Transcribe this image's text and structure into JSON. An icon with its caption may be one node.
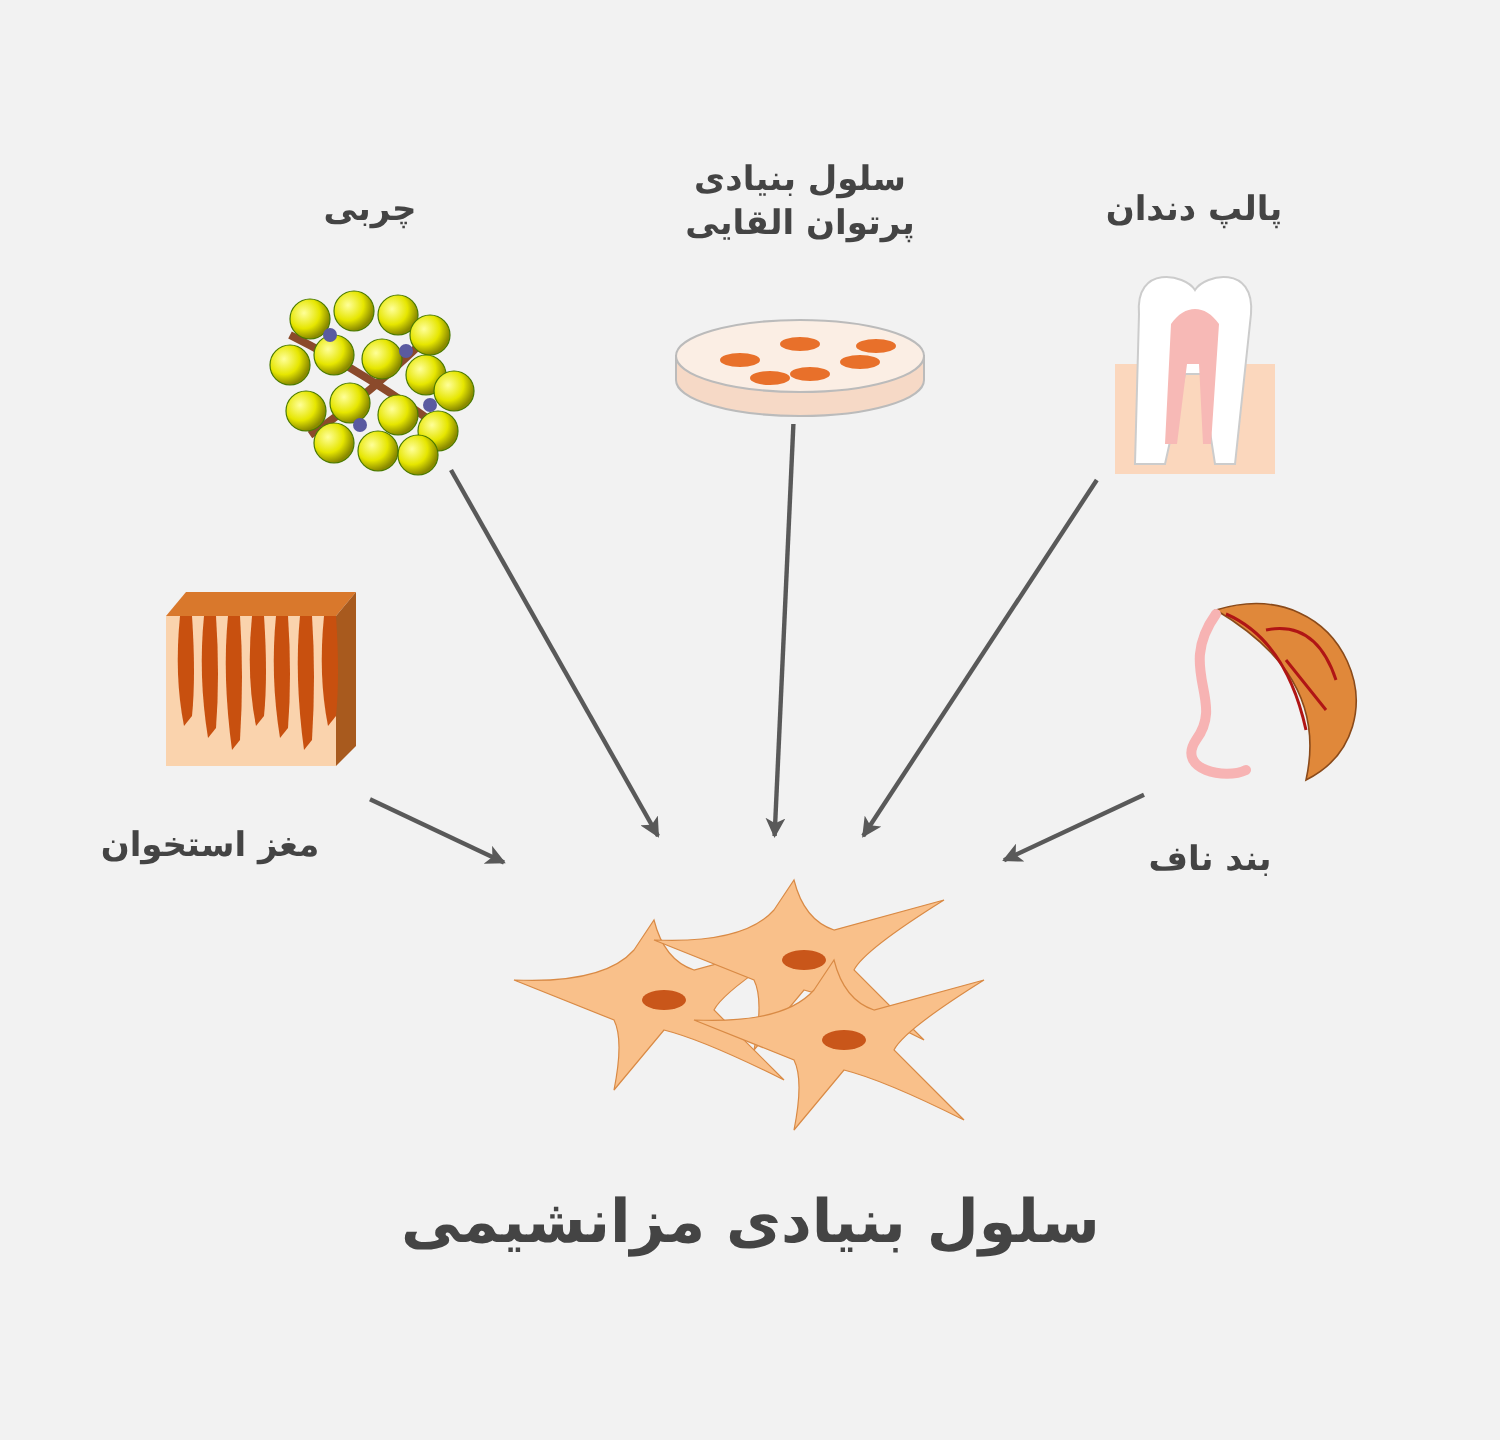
{
  "diagram": {
    "title": "سلول بنیادی مزانشیمی",
    "nodes": [
      {
        "text": [
          "چربی"
        ]
      },
      {
        "text": [
          "سلول بنیادی پرتوان القایی"
        ]
      },
      {
        "text": [
          "پالپ دندان"
        ]
      },
      {
        "text": [
          "مغز استخوان"
        ]
      },
      {
        "text": [
          "بند ناف"
        ]
      },
      {
        "text": [],
        "shape": "picture"
      }
    ],
    "edges": [
      {
        "from": 0,
        "to": 5,
        "arrow": "to"
      },
      {
        "from": 1,
        "to": 5,
        "arrow": "to"
      },
      {
        "from": 2,
        "to": 5,
        "arrow": "to"
      },
      {
        "from": 3,
        "to": 5,
        "arrow": "to"
      },
      {
        "from": 4,
        "to": 5,
        "arrow": "to"
      }
    ]
  }
}
